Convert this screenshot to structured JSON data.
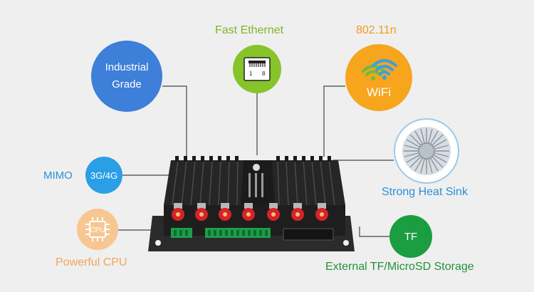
{
  "features": {
    "industrial": "Industrial\nGrade",
    "ethernet_label": "Fast Ethernet",
    "rj45_pin_first": "1",
    "rj45_pin_last": "8",
    "wifi_standard": "802.11n",
    "wifi_icon_text": "WiFi",
    "mimo_label": "MIMO",
    "network_badge": "3G/4G",
    "heatsink_label": "Strong Heat Sink",
    "cpu_chip_text": "CPU",
    "cpu_label": "Powerful CPU",
    "tf_badge": "TF",
    "storage_label": "External TF/MicroSD Storage"
  },
  "colors": {
    "industrial": "#3d7fd9",
    "ethernet": "#86c42a",
    "wifi": "#f6a51d",
    "mimo": "#2a9fe6",
    "cpu": "#f7c692",
    "tf": "#1a9e41",
    "router_body": "#1e1e1e",
    "antenna_connector": "#d8222a",
    "terminal_block": "#1c9e49"
  }
}
